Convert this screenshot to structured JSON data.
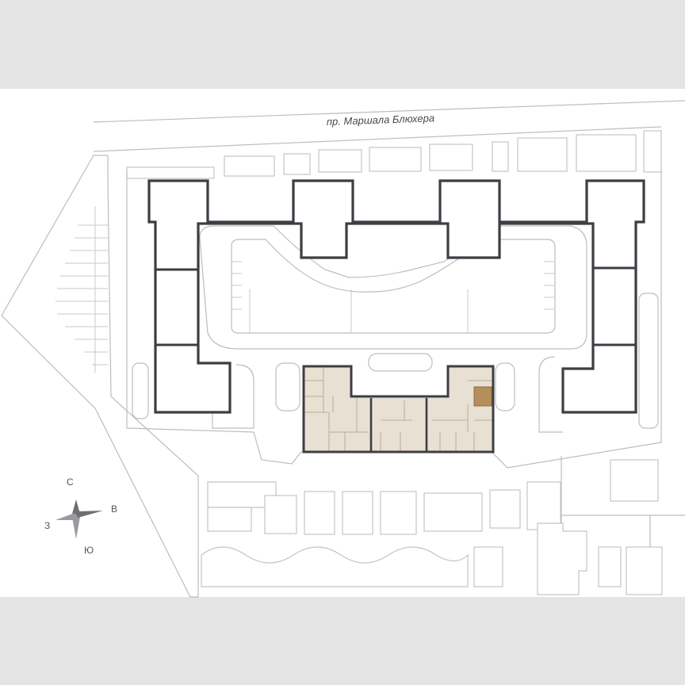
{
  "map": {
    "street_label": "пр. Маршала Блюхера",
    "compass": {
      "north": "С",
      "east": "В",
      "south": "Ю",
      "west": "З"
    },
    "colors": {
      "background": "#e4e4e4",
      "site": "#ffffff",
      "building_outline": "#3d3d44",
      "section_fill": "#e8e0d2",
      "highlighted_unit": "#b48f5c"
    },
    "highlighted_unit": "selected-apartment"
  }
}
